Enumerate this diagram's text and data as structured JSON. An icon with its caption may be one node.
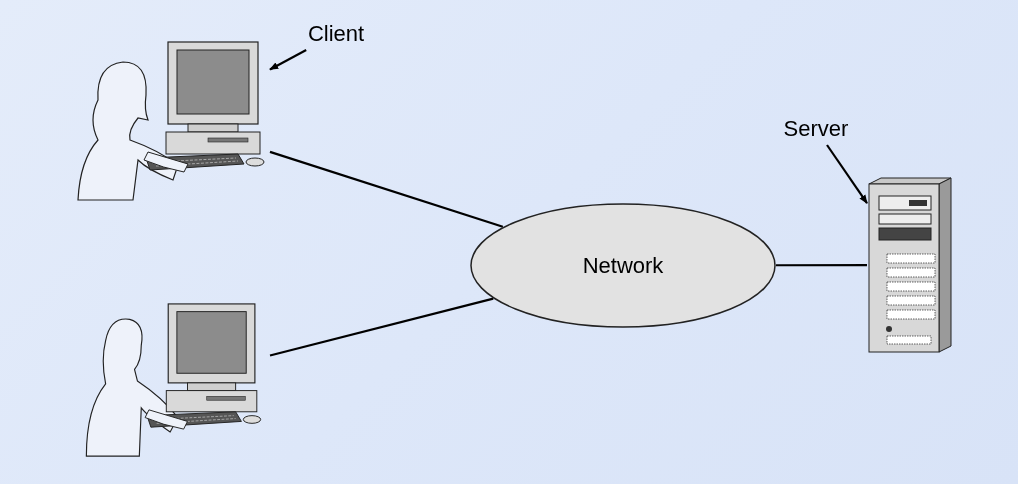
{
  "diagram": {
    "nodes": [
      {
        "text": [
          "Client"
        ]
      },
      {
        "text": [],
        "shape": "picture"
      },
      {
        "text": [],
        "shape": "picture"
      },
      {
        "text": [
          "Network"
        ]
      },
      {
        "text": [
          "Server"
        ]
      },
      {
        "text": [],
        "shape": "picture"
      }
    ],
    "edges": [
      {
        "from": 0,
        "to": 1,
        "arrow": "to"
      },
      {
        "from": 1,
        "to": 3,
        "arrow": "none"
      },
      {
        "from": 2,
        "to": 3,
        "arrow": "none"
      },
      {
        "from": 3,
        "to": 5,
        "arrow": "none"
      },
      {
        "from": 4,
        "to": 5,
        "arrow": "to"
      }
    ]
  }
}
